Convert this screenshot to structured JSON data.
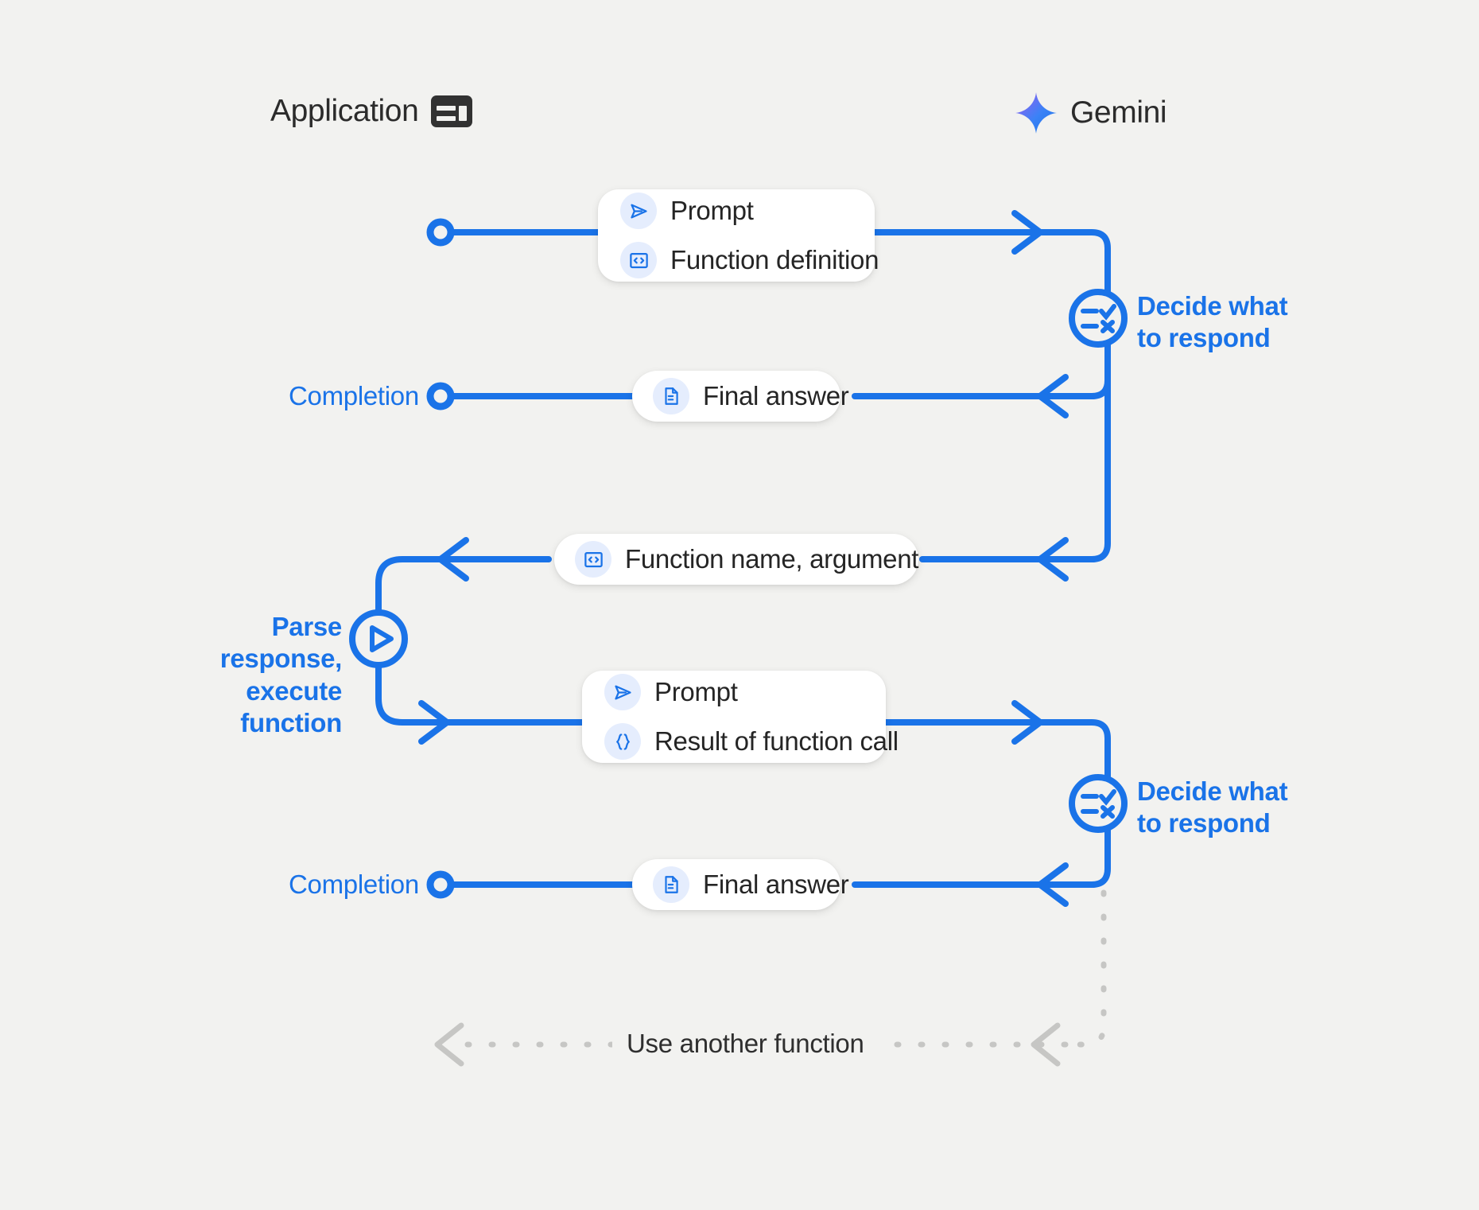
{
  "theme": {
    "background": "#f2f2f0",
    "accent_blue": "#1a73e8",
    "lifeline_gray": "#c6c6c4",
    "text_dark": "#252525",
    "chip_bg": "#e5edfd",
    "bubble_bg": "#ffffff",
    "gemini_gradient_start": "#a259f0",
    "gemini_gradient_end": "#1a73e8"
  },
  "columns": [
    {
      "id": "application",
      "label": "Application",
      "icon": "application-layout-icon"
    },
    {
      "id": "gemini",
      "label": "Gemini",
      "icon": "gemini-sparkle-icon"
    }
  ],
  "messages": [
    {
      "id": "prompt-function-definition",
      "direction": "app-to-gemini",
      "rows": [
        {
          "icon": "send-prompt-icon",
          "text": "Prompt"
        },
        {
          "icon": "code-brackets-icon",
          "text": "Function definition"
        }
      ]
    },
    {
      "id": "final-answer-1",
      "direction": "gemini-to-app",
      "rows": [
        {
          "icon": "document-icon",
          "text": "Final answer"
        }
      ]
    },
    {
      "id": "function-name-argument",
      "direction": "gemini-to-app",
      "rows": [
        {
          "icon": "code-brackets-icon",
          "text": "Function name,  argument"
        }
      ]
    },
    {
      "id": "prompt-result-of-function-call",
      "direction": "app-to-gemini",
      "rows": [
        {
          "icon": "send-prompt-icon",
          "text": "Prompt"
        },
        {
          "icon": "curly-braces-icon",
          "text": "Result of function call"
        }
      ]
    },
    {
      "id": "final-answer-2",
      "direction": "gemini-to-app",
      "rows": [
        {
          "icon": "document-icon",
          "text": "Final answer"
        }
      ]
    }
  ],
  "nodes": [
    {
      "id": "decide-1",
      "label": "Decide what\nto respond",
      "icon": "checklist-decision-icon",
      "side": "gemini"
    },
    {
      "id": "parse-execute",
      "label": "Parse response,\nexecute function",
      "icon": "play-circle-icon",
      "side": "application"
    },
    {
      "id": "decide-2",
      "label": "Decide what\nto respond",
      "icon": "checklist-decision-icon",
      "side": "gemini"
    }
  ],
  "completion_labels": [
    {
      "id": "completion-1",
      "text": "Completion"
    },
    {
      "id": "completion-2",
      "text": "Completion"
    }
  ],
  "loop": {
    "id": "use-another-function",
    "text": "Use another function",
    "style": "dashed"
  }
}
